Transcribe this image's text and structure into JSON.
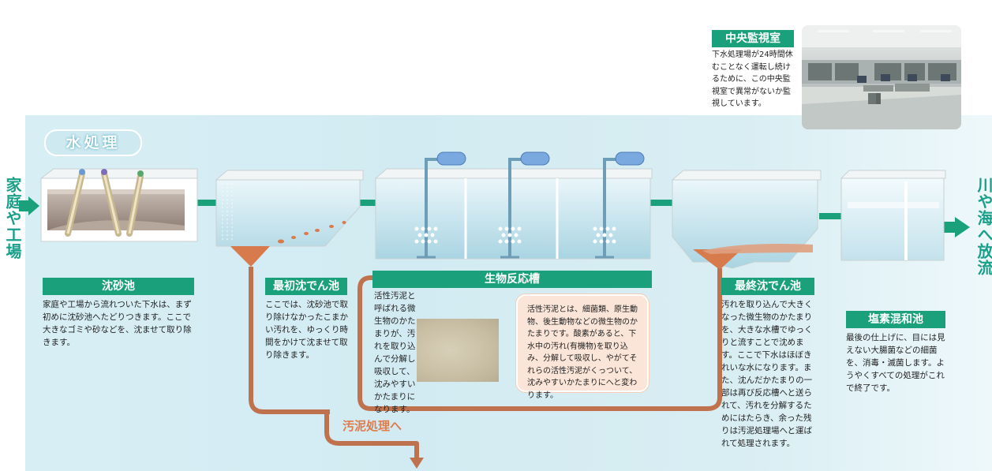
{
  "title": "水処理",
  "inflow_label": "家庭や工場",
  "outflow_label": "川や海へ放流",
  "sludge_label": "汚泥処理へ",
  "control_room": {
    "title": "中央監視室",
    "text": "下水処理場が24時間休むことなく運転し続けるために、この中央監視室で異常がないか監視しています。"
  },
  "stages": [
    {
      "name": "沈砂池",
      "text": "家庭や工場から流れついた下水は、まず初めに沈砂池へたどりつきます。ここで大きなゴミや砂などを、沈ませて取り除きます。"
    },
    {
      "name": "最初沈でん池",
      "text": "ここでは、沈砂池で取り除けなかったこまかい汚れを、ゆっくり時間をかけて沈ませて取り除きます。"
    },
    {
      "name": "生物反応槽",
      "text": "活性汚泥と呼ばれる微生物のかたまりが、汚れを取り込んで分解し吸収して、沈みやすいかたまりになります。"
    },
    {
      "name": "最終沈でん池",
      "text": "汚れを取り込んで大きくなった微生物のかたまりを、大きな水槽でゆっくりと流すことで沈めます。ここで下水はほぼきれいな水になります。また、沈んだかたまりの一部は再び反応槽へと送られて、汚れを分解するためにはたらき、余った残りは汚泥処理場へと運ばれて処理されます。"
    },
    {
      "name": "塩素混和池",
      "text": "最後の仕上げに、目には見えない大腸菌などの細菌を、消毒・滅菌します。ようやくすべての処理がこれで終了です。"
    }
  ],
  "activated_sludge_note": "活性汚泥とは、細菌類、原生動物、後生動物などの微生物のかたまりです。酸素があると、下水中の汚れ(有機物)を取り込み、分解して吸収し、やがてそれらの活性汚泥がくっついて、沈みやすいかたまりにへと変わります。",
  "colors": {
    "accent_green": "#1aa07a",
    "sludge_brown": "#c0724e",
    "sludge_label": "#e07a4a",
    "panel_blue": "#d4ecf3"
  }
}
